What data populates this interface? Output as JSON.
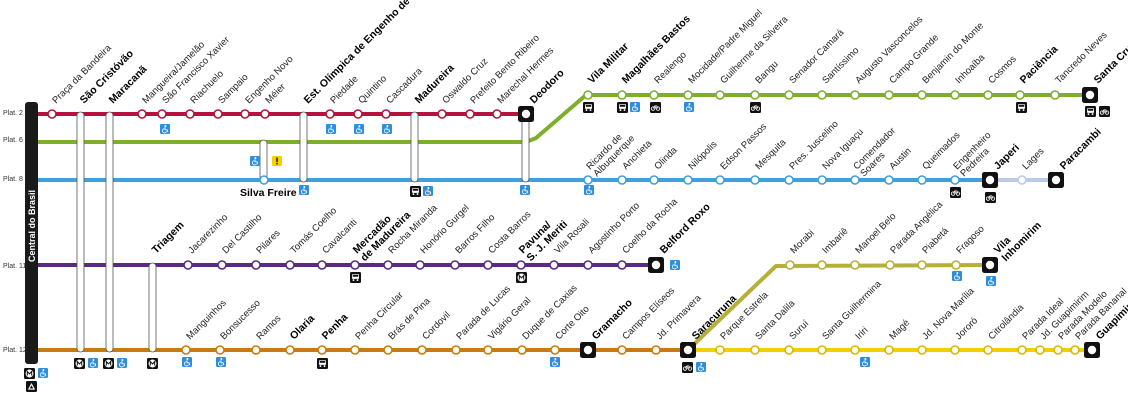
{
  "colors": {
    "line_2": "#b5123f",
    "line_6": "#7daf2c",
    "line_8": "#3ea0dc",
    "line_8_ext": "#b9cbe8",
    "line_11": "#5a2b86",
    "line_12": "#c77b12",
    "line_12_south": "#f2cf00",
    "line_inhomirim": "#b6b03a",
    "access_icon": "#2d8ee0",
    "alert_icon": "#f7d000",
    "terminal": "#111111"
  },
  "hub_label": "Central do Brasil",
  "platforms": [
    "Plat. 2",
    "Plat. 6",
    "Plat. 8",
    "Plat. 11",
    "Plat. 12"
  ],
  "icons": {
    "accessibility": "accessibility-icon",
    "bus": "bus-icon",
    "bike": "bike-icon",
    "metro": "metro-icon",
    "alert": "alert-icon",
    "train": "train-icon"
  },
  "shared_stations": [
    "Praça da Bandeira",
    "São Cristóvão",
    "Maracanã"
  ],
  "stations_trunk_2": [
    "Mangueira/Jamelão",
    "São Francisco Xavier",
    "Riachuelo",
    "Sampaio",
    "Engenho Novo",
    "Méier",
    "Est. Olímpica de Engenho de Dentro",
    "Piedade",
    "Quintino",
    "Cascadura",
    "Madureira",
    "Oswaldo Cruz",
    "Prefeito Bento Ribeiro",
    "Marechal Hermes",
    "Deodoro"
  ],
  "stations_line_6": [
    "Vila Militar",
    "Magalhães Bastos",
    "Realengo",
    "Mocidade/Padre Miguel",
    "Guilherme da Silveira",
    "Bangu",
    "Senador Camará",
    "Santíssimo",
    "Augusto Vasconcelos",
    "Campo Grande",
    "Benjamin do Monte",
    "Inhoaíba",
    "Cosmos",
    "Paciência",
    "Tancredo Neves",
    "Santa Cruz"
  ],
  "station_silva_freire": "Silva Freire",
  "stations_line_8": [
    "Ricardo de Albuquerque",
    "Anchieta",
    "Olinda",
    "Nilópolis",
    "Edson Passos",
    "Mesquita",
    "Pres. Juscelino",
    "Nova Iguaçu",
    "Comendador Soares",
    "Austin",
    "Queimados",
    "Engenheiro Pedreira",
    "Japeri",
    "Lages",
    "Paracambi"
  ],
  "stations_line_11": [
    "Triagem",
    "Jacarezinho",
    "Del Castilho",
    "Pilares",
    "Tomás Coelho",
    "Cavalcanti",
    "Mercadão de Madureira",
    "Rocha Miranda",
    "Honório Gurgel",
    "Barros Filho",
    "Costa Barros",
    "Pavuna/ S. J. Meriti",
    "Vila Rosali",
    "Agostinho Porto",
    "Coelho da Rocha",
    "Belford Roxo"
  ],
  "stations_line_12": [
    "Manguinhos",
    "Bonsucesso",
    "Ramos",
    "Olaria",
    "Penha",
    "Penha Circular",
    "Brás de Pina",
    "Cordovil",
    "Parada de Lucas",
    "Vigário Geral",
    "Duque de Caxias",
    "Corte Oito",
    "Gramacho",
    "Campos Elíseos",
    "Jd. Primavera",
    "Saracuruna"
  ],
  "stations_inhomirim": [
    "Morabi",
    "Imbariê",
    "Manoel Belo",
    "Parada Angélica",
    "Piabetá",
    "Fragoso",
    "Vila Inhomirim"
  ],
  "stations_guapimirim": [
    "Parque Estrela",
    "Santa Dalila",
    "Suruí",
    "Santa Guilhermina",
    "Iriri",
    "Magé",
    "Jd. Nova Marília",
    "Jororó",
    "Citrolândia",
    "Parada Ideal",
    "Jd. Guapimirim",
    "Parada Modelo",
    "Parada Bananal",
    "Guapimirim"
  ]
}
